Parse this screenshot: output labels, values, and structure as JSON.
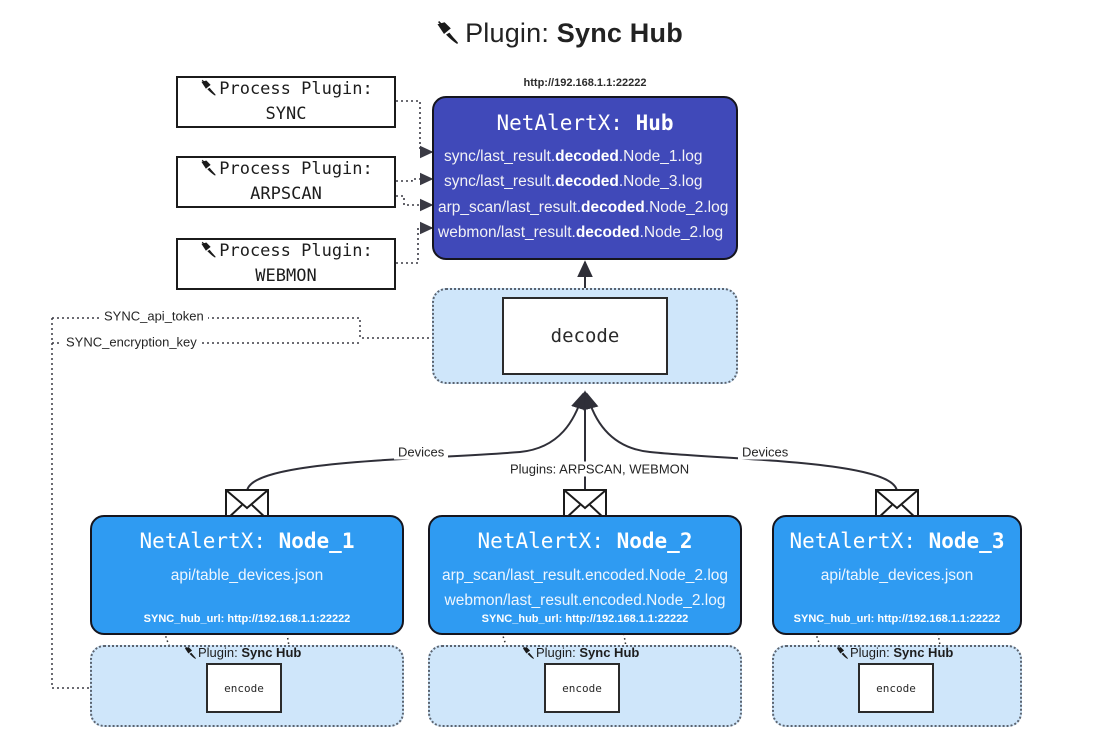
{
  "title": {
    "icon": "plug-icon",
    "prefix": "Plugin: ",
    "name": "Sync Hub"
  },
  "process_plugins": [
    {
      "icon": "plug-icon",
      "line1": "Process Plugin:",
      "line2": "SYNC"
    },
    {
      "icon": "plug-icon",
      "line1": "Process Plugin:",
      "line2": "ARPSCAN"
    },
    {
      "icon": "plug-icon",
      "line1": "Process Plugin:",
      "line2": "WEBMON"
    }
  ],
  "hub": {
    "url": "http://192.168.1.1:22222",
    "title_prefix": "NetAlertX: ",
    "title_name": "Hub",
    "logs": [
      {
        "pre": "sync/last_result.",
        "mid": "decoded",
        "post": ".Node_1.log"
      },
      {
        "pre": "sync/last_result.",
        "mid": "decoded",
        "post": ".Node_3.log"
      },
      {
        "pre": "arp_scan/last_result.",
        "mid": "decoded",
        "post": ".Node_2.log"
      },
      {
        "pre": "webmon/last_result.",
        "mid": "decoded",
        "post": ".Node_2.log"
      }
    ]
  },
  "decode": {
    "label": "decode"
  },
  "secrets": [
    {
      "label": "SYNC_api_token"
    },
    {
      "label": "SYNC_encryption_key"
    }
  ],
  "edge_labels": {
    "devices_left": "Devices",
    "devices_right": "Devices",
    "plugins_center": "Plugins: ARPSCAN, WEBMON"
  },
  "nodes": [
    {
      "icon": "envelope-icon",
      "title_prefix": "NetAlertX: ",
      "title_name": "Node_1",
      "lines": [
        "api/table_devices.json"
      ],
      "footer": "SYNC_hub_url: http://192.168.1.1:22222",
      "zone_label_prefix": "Plugin: ",
      "zone_label_name": "Sync Hub",
      "encode_label": "encode"
    },
    {
      "icon": "envelope-icon",
      "title_prefix": "NetAlertX: ",
      "title_name": "Node_2",
      "lines": [
        "arp_scan/last_result.encoded.Node_2.log",
        "webmon/last_result.encoded.Node_2.log"
      ],
      "footer": "SYNC_hub_url: http://192.168.1.1:22222",
      "zone_label_prefix": "Plugin: ",
      "zone_label_name": "Sync Hub",
      "encode_label": "encode"
    },
    {
      "icon": "envelope-icon",
      "title_prefix": "NetAlertX: ",
      "title_name": "Node_3",
      "lines": [
        "api/table_devices.json"
      ],
      "footer": "SYNC_hub_url: http://192.168.1.1:22222",
      "zone_label_prefix": "Plugin: ",
      "zone_label_name": "Sync Hub",
      "encode_label": "encode"
    }
  ],
  "colors": {
    "hub_fill": "#4049b9",
    "node_fill": "#2f9bf2",
    "zone_fill": "#cfe6fa",
    "stroke": "#15151e",
    "dotted": "#5b6470"
  }
}
